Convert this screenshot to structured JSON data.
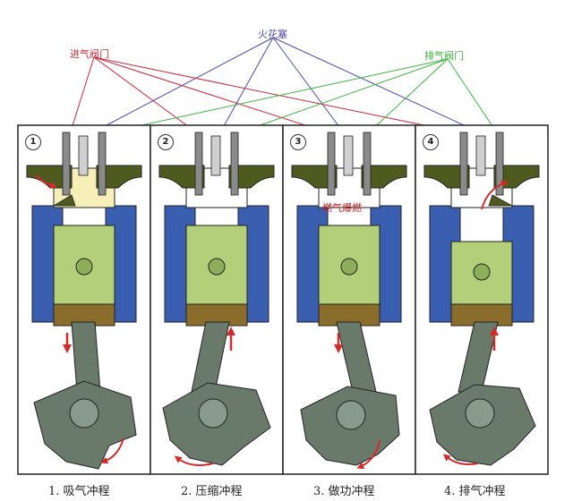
{
  "labels": {
    "spark_plug": "火花塞",
    "intake_valve": "进气阀门",
    "exhaust_valve": "排气阀门",
    "combustion": "燃气爆燃"
  },
  "strokes": [
    {
      "number": "1",
      "caption": "1. 吸气冲程"
    },
    {
      "number": "2",
      "caption": "2. 压缩冲程"
    },
    {
      "number": "3",
      "caption": "3. 做功冲程"
    },
    {
      "number": "4",
      "caption": "4. 排气冲程"
    }
  ],
  "colors": {
    "spark_line": "#4a4aa8",
    "intake_line": "#c8283a",
    "exhaust_line": "#3cb43c",
    "cylinder_wall": "#3a5fb0",
    "piston": "#b3cf7a",
    "head": "#4f5a1e",
    "crank": "#6a7a6a",
    "arrow": "#d42a2a"
  }
}
